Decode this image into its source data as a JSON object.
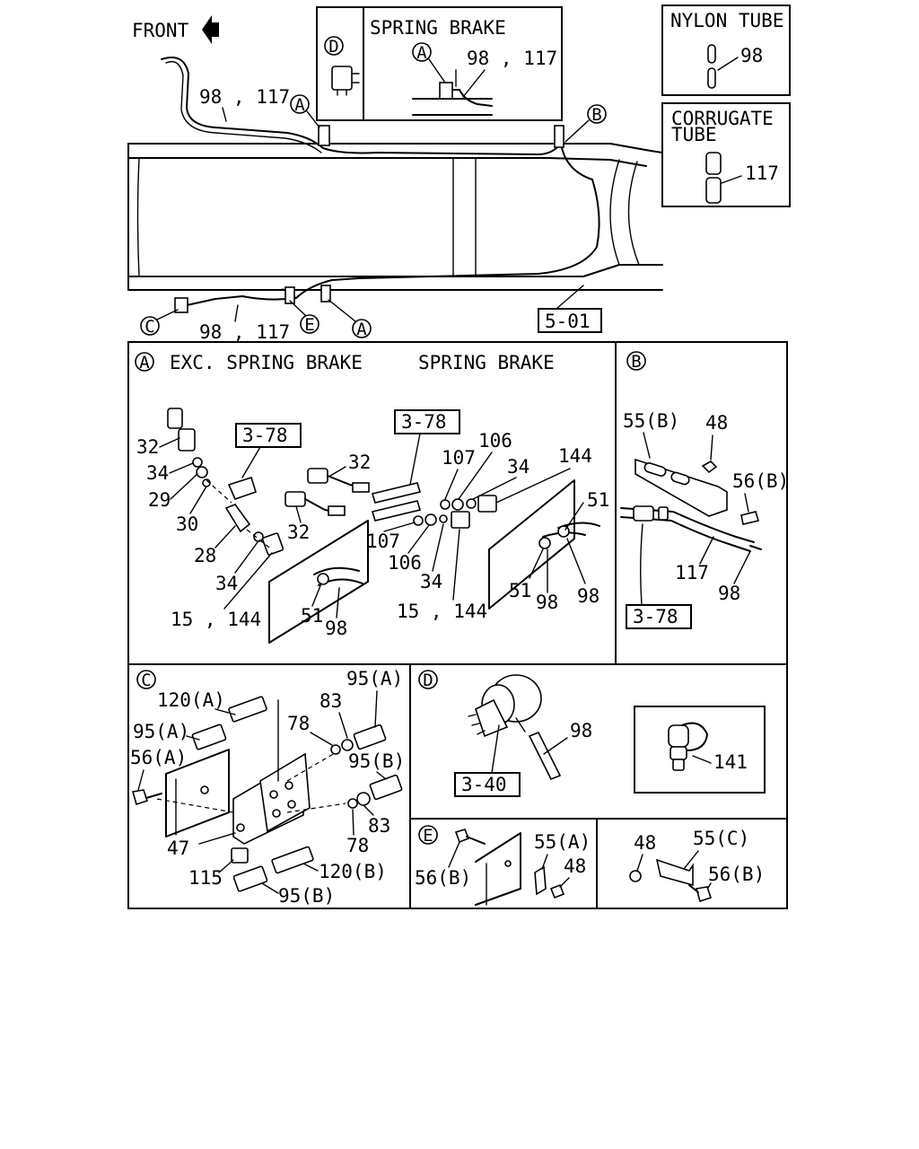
{
  "header": {
    "front_label": "FRONT",
    "route_label_top": "98 , 117",
    "route_label_bottom": "98 , 117",
    "frame_ref": "5-01"
  },
  "callouts": {
    "a": "A",
    "b": "B",
    "c": "C",
    "d": "D",
    "e": "E"
  },
  "inset_spring_brake": {
    "title": "SPRING BRAKE",
    "part_ref": "98 , 117"
  },
  "legend_nylon": {
    "title": "NYLON TUBE",
    "part": "98"
  },
  "legend_corrugate": {
    "title_line1": "CORRUGATE",
    "title_line2": "TUBE",
    "part": "117"
  },
  "panel_a": {
    "title_left": "EXC. SPRING BRAKE",
    "title_right": "SPRING BRAKE",
    "ref_left": "3-78",
    "ref_right": "3-78",
    "labels": {
      "l32a": "32",
      "l34a": "34",
      "l29": "29",
      "l30": "30",
      "l28": "28",
      "l34b": "34",
      "l15a": "15 , 144",
      "l51a": "51",
      "l98a": "98",
      "l32b": "32",
      "l32c": "32",
      "l107a": "107",
      "l106a": "106",
      "l34c": "34",
      "l144": "144",
      "l107b": "107",
      "l106b": "106",
      "l34d": "34",
      "l15b": "15 , 144",
      "l51b": "51",
      "l51c": "51",
      "l98b": "98",
      "l98c": "98"
    }
  },
  "panel_b": {
    "ref": "3-78",
    "labels": {
      "l55b": "55(B)",
      "l48": "48",
      "l56b": "56(B)",
      "l117": "117",
      "l98": "98"
    }
  },
  "panel_c": {
    "labels": {
      "l120a": "120(A)",
      "l95a1": "95(A)",
      "l95a2": "95(A)",
      "l56a": "56(A)",
      "l78a": "78",
      "l83a": "83",
      "l95b1": "95(B)",
      "l83b": "83",
      "l78b": "78",
      "l47": "47",
      "l115": "115",
      "l120b": "120(B)",
      "l95b2": "95(B)"
    }
  },
  "panel_d": {
    "ref": "3-40",
    "labels": {
      "l98": "98",
      "l141": "141"
    }
  },
  "panel_e": {
    "labels": {
      "l56b": "56(B)",
      "l55a": "55(A)",
      "l48": "48"
    }
  },
  "panel_f": {
    "labels": {
      "l48": "48",
      "l55c": "55(C)",
      "l56b": "56(B)"
    }
  }
}
